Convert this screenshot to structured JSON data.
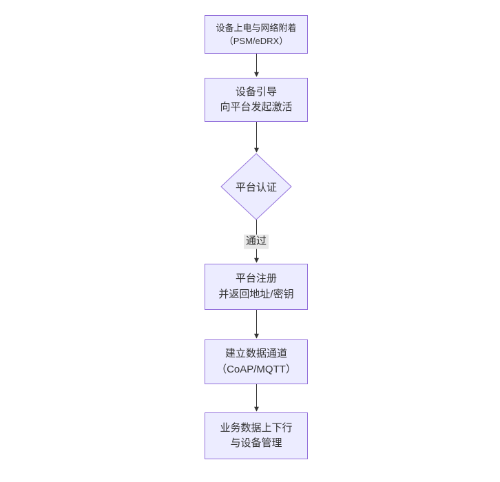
{
  "diagram": {
    "title_hint": "NB-IoT device onboarding flowchart",
    "nodes": {
      "power_attach": {
        "line1": "设备上电与网络附着",
        "line2": "（PSM/eDRX）"
      },
      "bootstrap": {
        "line1": "设备引导",
        "line2": "向平台发起激活"
      },
      "auth": {
        "label": "平台认证"
      },
      "register": {
        "line1": "平台注册",
        "line2": "并返回地址/密钥"
      },
      "channel": {
        "line1": "建立数据通道",
        "line2": "（CoAP/MQTT）"
      },
      "business": {
        "line1": "业务数据上下行",
        "line2": "与设备管理"
      }
    },
    "edges": {
      "auth_pass_label": "通过"
    },
    "colors": {
      "node_fill": "#ECECFF",
      "node_border": "#9370DB",
      "arrow": "#333333",
      "edge_label_bg": "#e8e8e8",
      "text": "#333333"
    }
  }
}
